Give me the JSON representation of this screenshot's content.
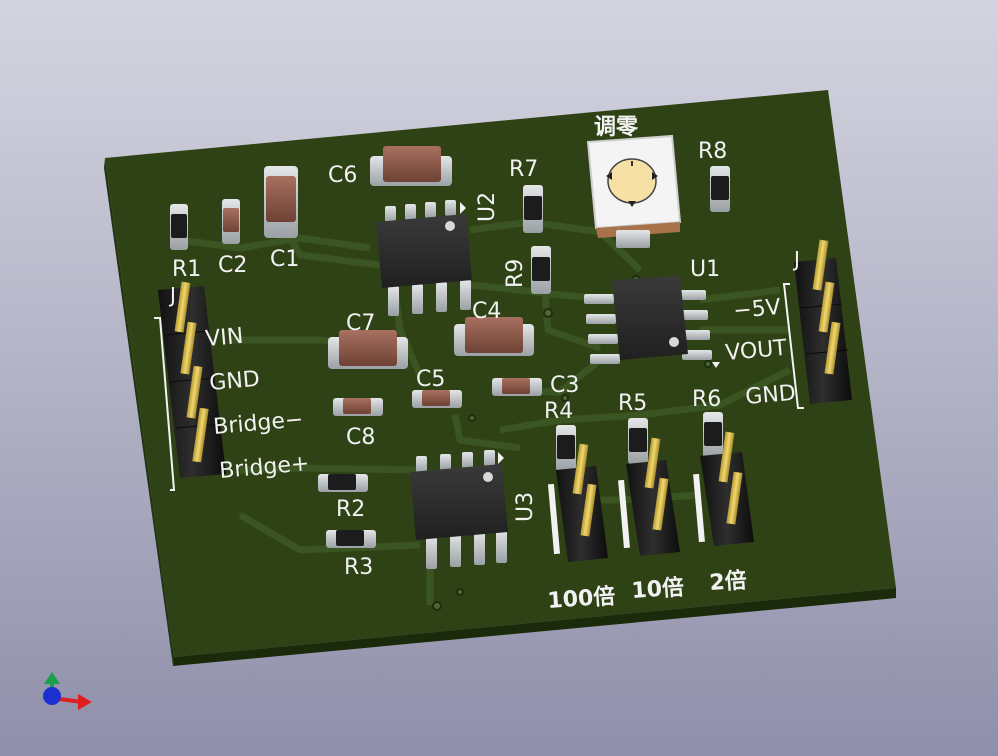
{
  "labels": {
    "R1": "R1",
    "R2": "R2",
    "R3": "R3",
    "R4": "R4",
    "R5": "R5",
    "R6": "R6",
    "R7": "R7",
    "R8": "R8",
    "R9": "R9",
    "C1": "C1",
    "C2": "C2",
    "C3": "C3",
    "C4": "C4",
    "C5": "C5",
    "C6": "C6",
    "C7": "C7",
    "C8": "C8",
    "U1": "U1",
    "U2": "U2",
    "U3": "U3",
    "VIN": "VIN",
    "GND_left": "GND",
    "BridgeMinus": "Bridge−",
    "BridgePlus": "Bridge+",
    "Minus5V": "−5V",
    "VOUT": "VOUT",
    "GND_right": "GND",
    "zero_adjust": "调零",
    "gain_100": "100倍",
    "gain_10": "10倍",
    "gain_2": "2倍",
    "J_left": "J",
    "J_right": "J"
  },
  "colors": {
    "background_top": "#d4d4e0",
    "background_bottom": "#8f8faa",
    "board": "#2e4215",
    "board_edge": "#1a2a0a",
    "trace": "#3a5422",
    "silkscreen": "#f2f2f2",
    "pad": "#c8ccd0",
    "cap_body": "#8a5a48",
    "ic_body": "#2a2a2a",
    "header_pin": "#d6b84a"
  }
}
